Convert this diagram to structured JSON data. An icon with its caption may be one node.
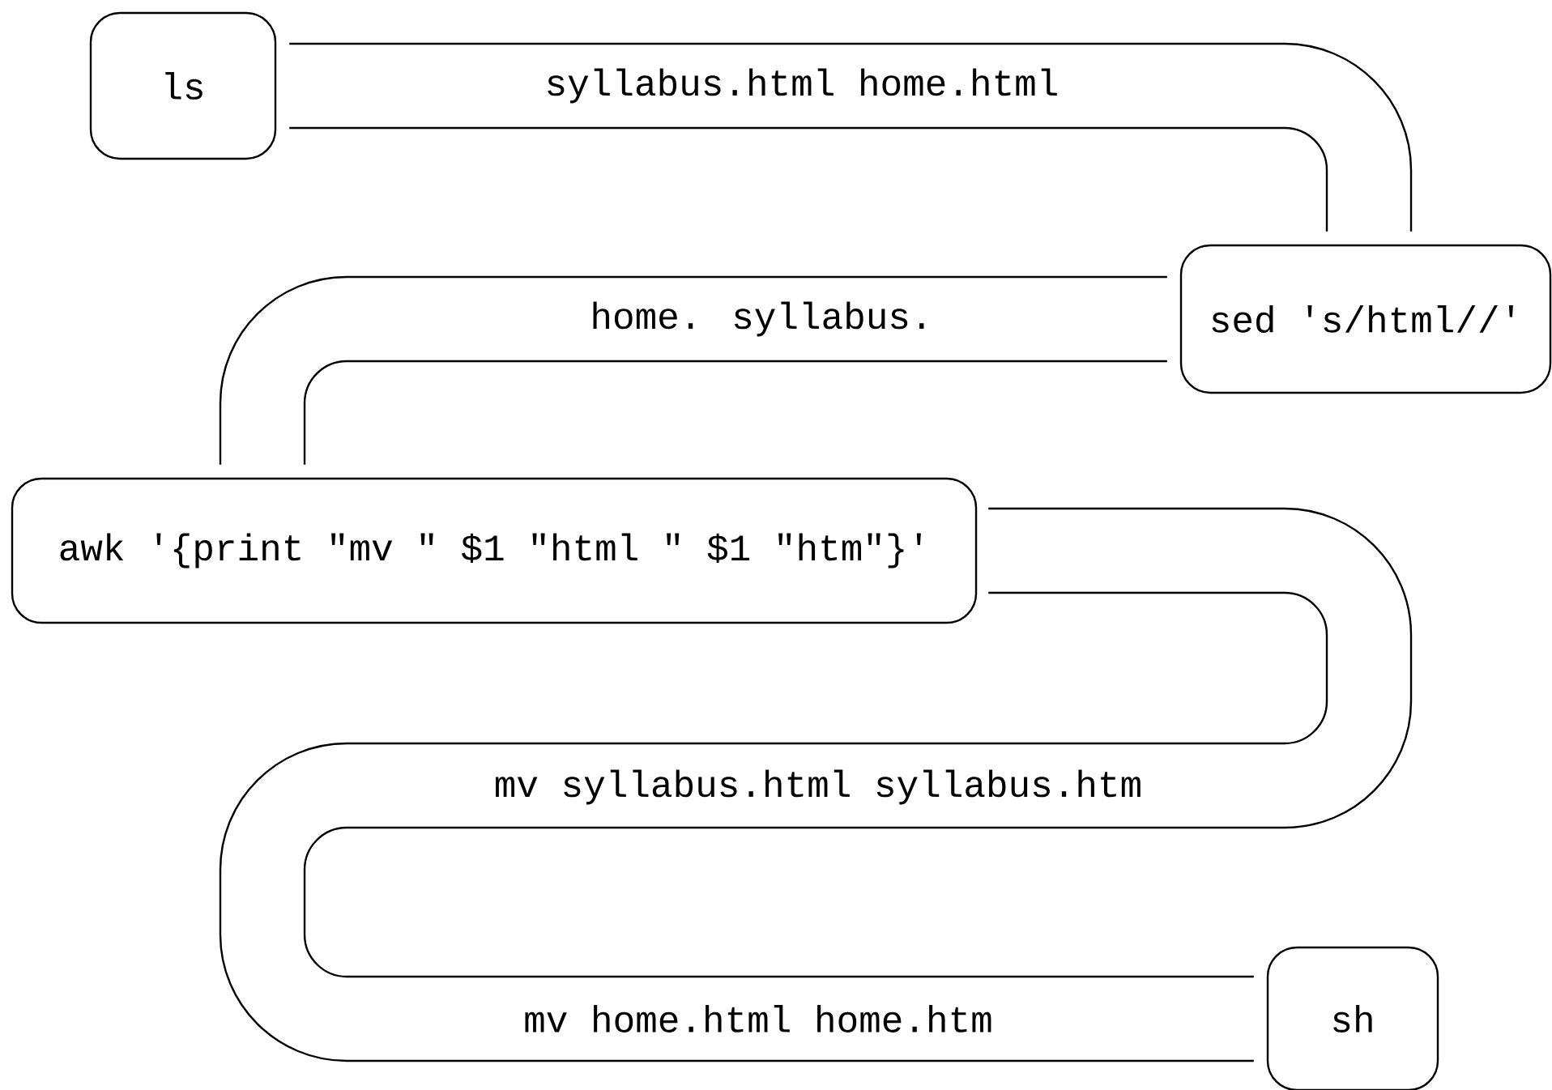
{
  "diagram": {
    "nodes": [
      {
        "text": [
          "ls"
        ]
      },
      {
        "text": [
          "sed 's/html//'"
        ]
      },
      {
        "text": [
          "awk '{print \"mv \" $1 \"html \" $1 \"htm\"}'"
        ]
      },
      {
        "text": [
          "sh"
        ]
      }
    ],
    "edges": [
      {
        "from": 0,
        "to": 1,
        "arrow": "none",
        "label": "syllabus.html home.html"
      },
      {
        "from": 1,
        "to": 2,
        "arrow": "none",
        "label": "home. syllabus."
      },
      {
        "from": 2,
        "to": 3,
        "arrow": "none",
        "label": "mv syllabus.html syllabus.htm"
      }
    ],
    "labels": [
      "mv home.html home.htm"
    ]
  }
}
